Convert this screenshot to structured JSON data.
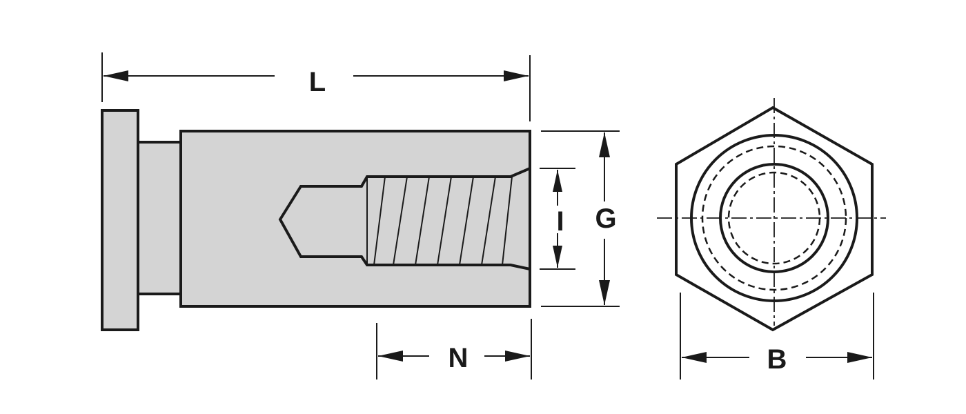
{
  "labels": {
    "length": "L",
    "diameter_outer": "G",
    "thread_size": "I",
    "thread_depth": "N",
    "hex_flat": "B"
  },
  "colors": {
    "line": "#1a1a1a",
    "body_fill": "#d4d4d4",
    "bore_fill": "#ffffff",
    "background": "#ffffff"
  }
}
